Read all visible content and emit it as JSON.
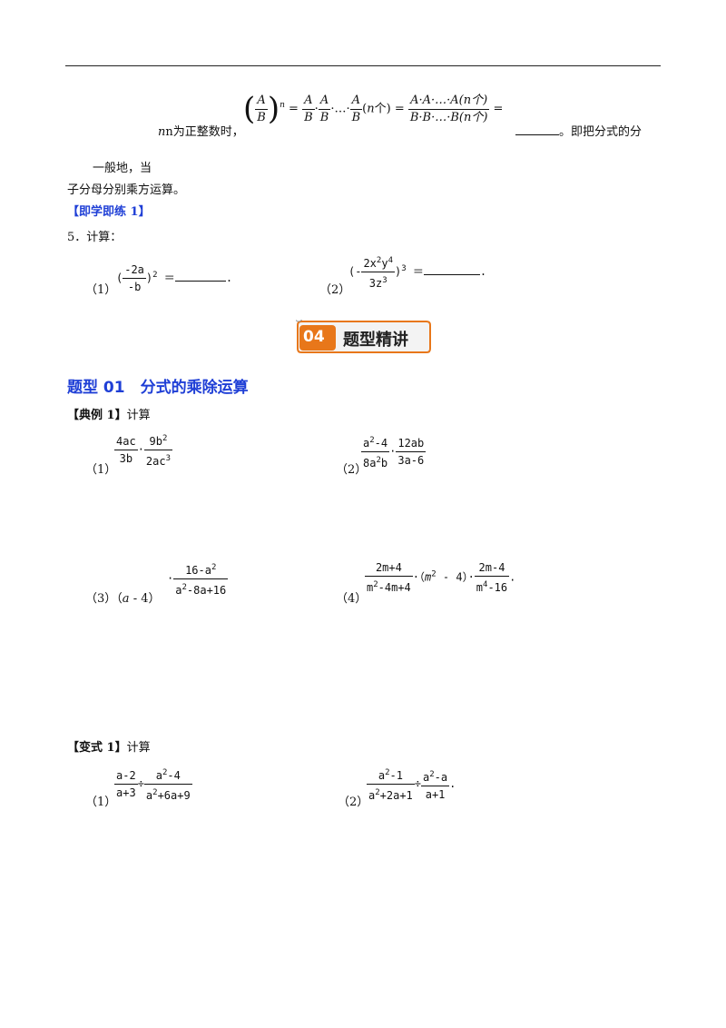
{
  "intro": {
    "condition_prefix": "n为正整数时，",
    "blank_note": "。即把分式的分",
    "general_prefix": "一般地，当",
    "continuation": "子分母分别乘方运算。",
    "formula_n_label": "n个"
  },
  "practice": {
    "heading": "【即学即练 1】",
    "q5": "5．计算：",
    "p1_label": "（1）",
    "p2_label": "（2）"
  },
  "banner": {
    "num": "04",
    "text": "题型精讲"
  },
  "section": {
    "title": "题型 01　分式的乘除运算"
  },
  "example": {
    "heading": "【典例 1】",
    "verb": "计算",
    "l1": "（1）",
    "l2": "（2）",
    "l3": "（3）",
    "l4": "（4）"
  },
  "variant": {
    "heading": "【变式 1】",
    "verb": "计算",
    "l1": "（1）",
    "l2": "（2）"
  }
}
